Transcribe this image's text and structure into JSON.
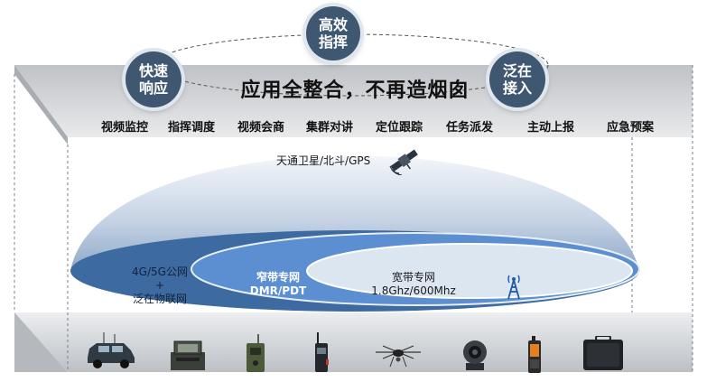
{
  "top_circles": {
    "high_efficiency": {
      "line1": "高效",
      "line2": "指挥"
    },
    "fast_response": {
      "line1": "快速",
      "line2": "响应"
    },
    "ubiquitous": {
      "line1": "泛在",
      "line2": "接入"
    }
  },
  "slogan": "应用全整合，不再造烟囱",
  "functions": [
    "视频监控",
    "指挥调度",
    "视频会商",
    "集群对讲",
    "定位跟踪",
    "任务派发",
    "主动上报",
    "应急预案"
  ],
  "satellite_label": "天通卫星/北斗/GPS",
  "networks": {
    "public": {
      "line1": "4G/5G公网",
      "line2": "+",
      "line3": "泛在物联网"
    },
    "narrowband": {
      "line1": "窄带专网",
      "line2": "DMR/PDT"
    },
    "broadband": {
      "line1": "宽带专网",
      "line2": "1.8Ghz/600Mhz"
    }
  },
  "devices": [
    "vehicle-icon",
    "portable-station-icon",
    "manpack-radio-icon",
    "handheld-radio-icon",
    "drone-icon",
    "ptz-camera-icon",
    "rugged-phone-icon",
    "field-case-icon"
  ],
  "colors": {
    "circle": "#3f5770",
    "dome_light": "#dfe7f2",
    "dome_dark": "#7f9cc0",
    "public_net": "#3d6aa0",
    "narrow_net": "#5b8fd1",
    "broad_net": "#dce6f1",
    "box_face": "#c9cbcf"
  }
}
